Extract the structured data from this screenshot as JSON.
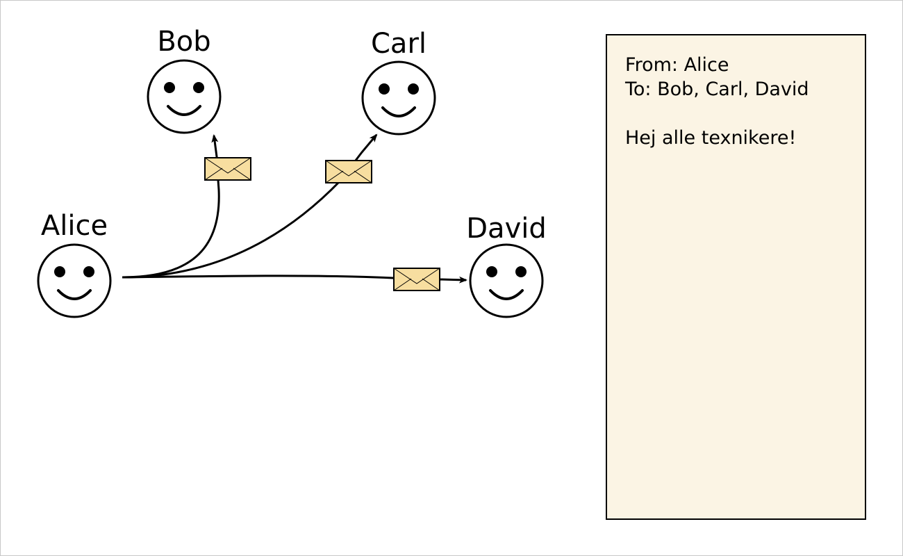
{
  "people": {
    "alice": "Alice",
    "bob": "Bob",
    "carl": "Carl",
    "david": "David"
  },
  "letter": {
    "from_line": "From: Alice",
    "to_line": "To: Bob, Carl, David",
    "body_line": "Hej alle texnikere!"
  },
  "colors": {
    "envelope_fill": "#f7dea0",
    "letter_background": "#fbf4e4",
    "stroke": "#000000"
  },
  "icons": {
    "person": "smiley-face-icon",
    "message": "envelope-icon"
  }
}
